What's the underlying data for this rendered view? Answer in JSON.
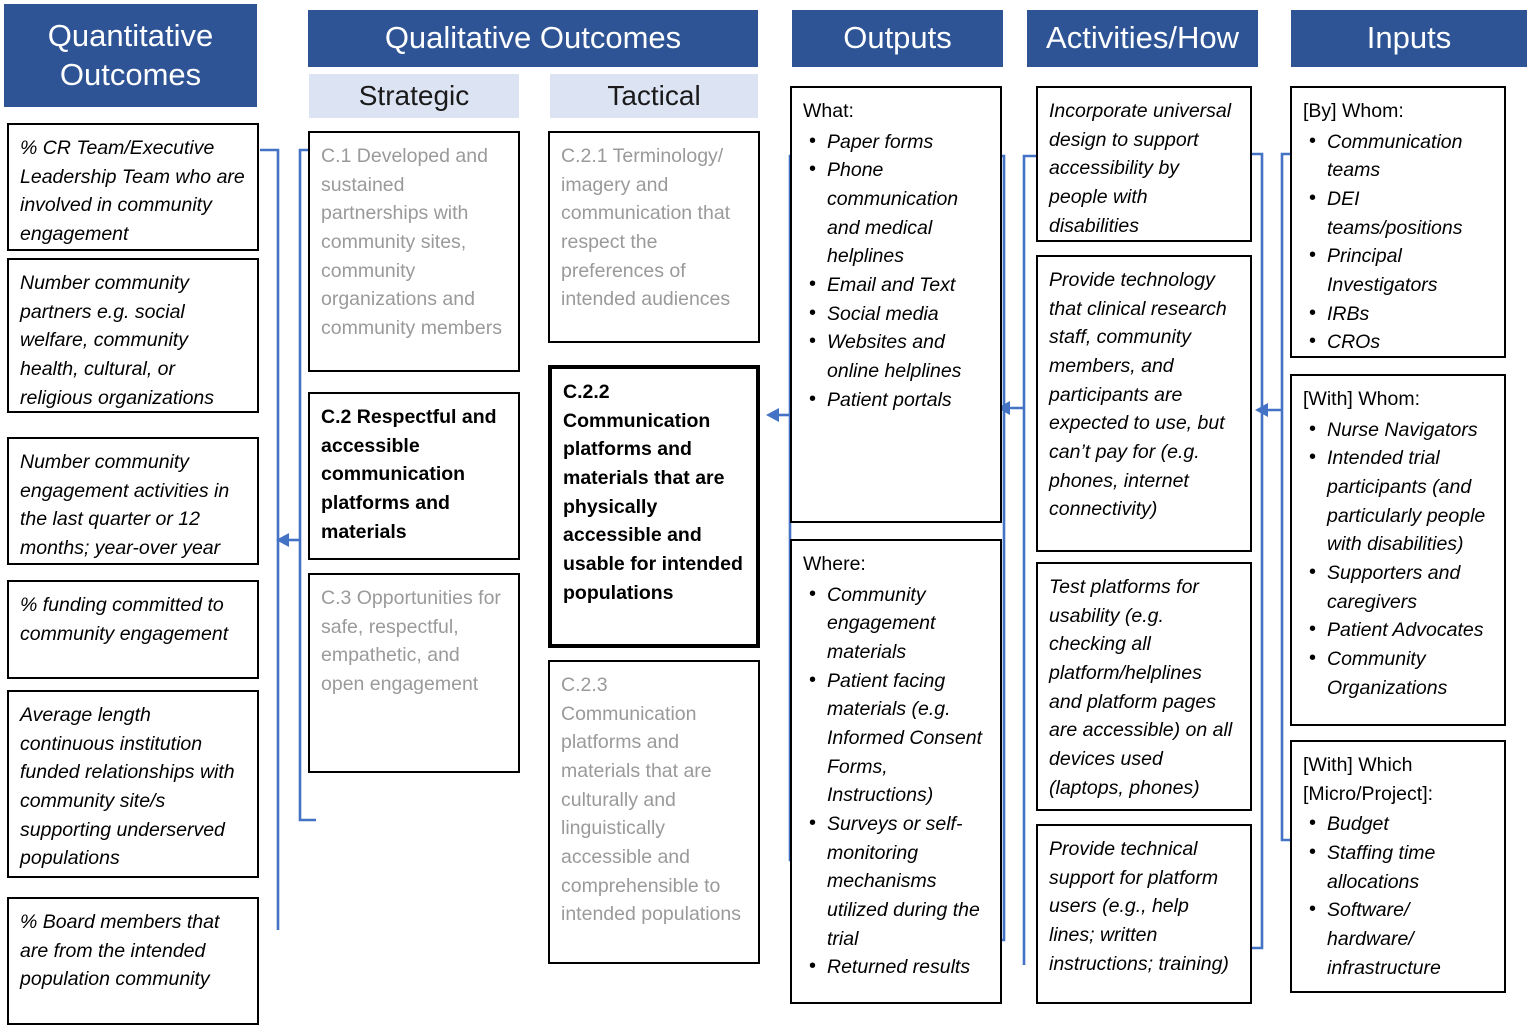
{
  "colors": {
    "header_blue": "#2E5496",
    "subheader_blue": "#DCE3F2",
    "connector_blue": "#4472C4",
    "grey_text": "#9A9A9A"
  },
  "columns": {
    "quantitative": {
      "title": "Quantitative Outcomes",
      "items": [
        "% CR Team/Executive Leadership Team who are involved in community engagement",
        "Number community partners e.g. social welfare, community health, cultural, or religious organizations",
        "Number community engagement activities in the last quarter or 12 months; year-over year",
        "% funding committed to community engagement",
        "Average length continuous institution funded relationships with community site/s supporting underserved populations",
        "% Board members that are from the intended population community"
      ]
    },
    "qualitative": {
      "title": "Qualitative Outcomes",
      "strategic": {
        "label": "Strategic",
        "items": [
          {
            "text": "C.1 Developed and sustained partnerships with community sites, community organizations and community members",
            "style": "grey"
          },
          {
            "text": "C.2 Respectful and accessible communication platforms and materials",
            "style": "bold"
          },
          {
            "text": "C.3 Opportunities for safe, respectful, empathetic, and open engagement",
            "style": "grey"
          }
        ]
      },
      "tactical": {
        "label": "Tactical",
        "items": [
          {
            "text": "C.2.1 Terminology/ imagery and communication that respect the preferences of intended audiences",
            "style": "grey"
          },
          {
            "text": "C.2.2 Communication platforms and materials that are physically accessible and usable for intended populations",
            "style": "bold-heavy"
          },
          {
            "text": "C.2.3 Communication platforms and materials that are culturally and linguistically accessible and comprehensible to intended populations",
            "style": "grey"
          }
        ]
      }
    },
    "outputs": {
      "title": "Outputs",
      "groups": [
        {
          "lead": "What:",
          "items": [
            "Paper forms",
            "Phone communication and medical helplines",
            "Email and Text",
            "Social media",
            "Websites and online helplines",
            "Patient portals"
          ]
        },
        {
          "lead": "Where:",
          "items": [
            "Community engagement materials",
            "Patient facing materials (e.g. Informed Consent Forms, Instructions)",
            "Surveys or self-monitoring mechanisms utilized during the trial",
            "Returned results"
          ]
        }
      ]
    },
    "activities": {
      "title": "Activities/How",
      "items": [
        "Incorporate universal design to support accessibility by people with disabilities",
        "Provide technology that clinical research staff, community members, and participants are expected to use, but can’t pay for (e.g. phones, internet connectivity)",
        "Test platforms for usability (e.g. checking all platform/helplines and platform pages are accessible) on all devices used (laptops, phones)",
        "Provide technical support for platform users (e.g., help lines; written instructions; training)"
      ]
    },
    "inputs": {
      "title": "Inputs",
      "groups": [
        {
          "lead": "[By] Whom:",
          "items": [
            "Communication teams",
            "DEI teams/positions",
            "Principal Investigators",
            "IRBs",
            "CROs"
          ]
        },
        {
          "lead": "[With] Whom:",
          "items": [
            "Nurse Navigators",
            "Intended trial participants (and particularly people with disabilities)",
            "Supporters and caregivers",
            "Patient Advocates",
            "Community Organizations"
          ]
        },
        {
          "lead": "[With] Which [Micro/Project]:",
          "items": [
            "Budget",
            "Staffing time allocations",
            "Software/ hardware/ infrastructure"
          ]
        }
      ]
    }
  }
}
